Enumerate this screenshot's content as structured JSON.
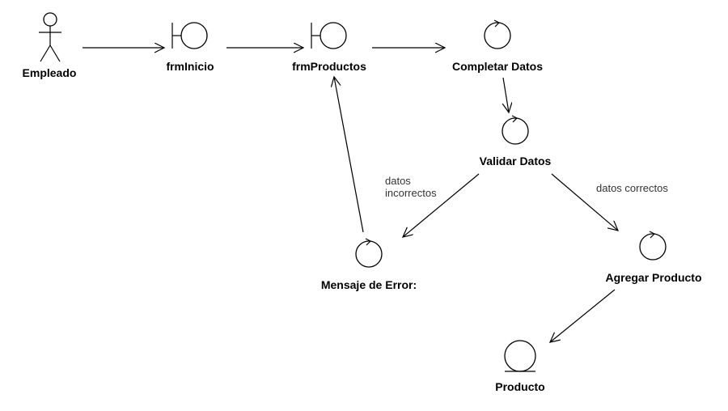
{
  "diagram": {
    "nodes": {
      "empleado": {
        "label": "Empleado",
        "kind": "actor-icon"
      },
      "frm_inicio": {
        "label": "frmInicio",
        "kind": "boundary-icon"
      },
      "frm_productos": {
        "label": "frmProductos",
        "kind": "boundary-icon"
      },
      "completar_datos": {
        "label": "Completar Datos",
        "kind": "control-icon"
      },
      "validar_datos": {
        "label": "Validar Datos",
        "kind": "control-icon"
      },
      "mensaje_error": {
        "label": "Mensaje de Error:",
        "kind": "control-icon"
      },
      "agregar_producto": {
        "label": "Agregar Producto",
        "kind": "control-icon"
      },
      "producto": {
        "label": "Producto",
        "kind": "entity-icon"
      }
    },
    "edges": {
      "datos_incorrectos": [
        "datos",
        "incorrectos"
      ],
      "datos_correctos": "datos correctos"
    }
  }
}
